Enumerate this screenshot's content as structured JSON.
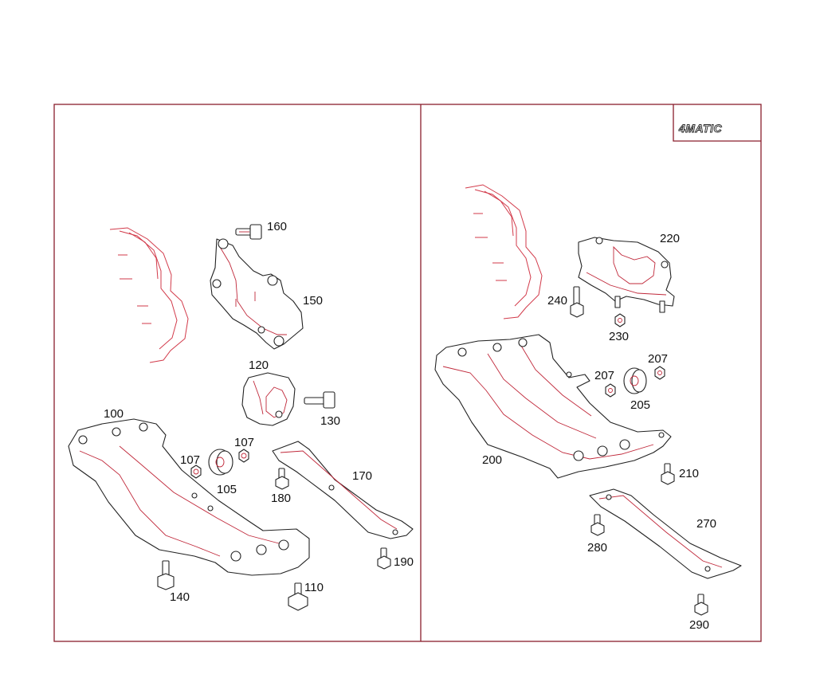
{
  "badge": {
    "text": "4MATIC",
    "color": "#8a1e2c"
  },
  "colors": {
    "frame": "#8a1e2c",
    "outline": "#222222",
    "highlight": "#c0283a"
  },
  "left_panel": {
    "callouts": [
      {
        "id": "c160",
        "label": "160"
      },
      {
        "id": "c150",
        "label": "150"
      },
      {
        "id": "c120",
        "label": "120"
      },
      {
        "id": "c130",
        "label": "130"
      },
      {
        "id": "c100",
        "label": "100"
      },
      {
        "id": "c107a",
        "label": "107"
      },
      {
        "id": "c107b",
        "label": "107"
      },
      {
        "id": "c105",
        "label": "105"
      },
      {
        "id": "c180",
        "label": "180"
      },
      {
        "id": "c170",
        "label": "170"
      },
      {
        "id": "c190",
        "label": "190"
      },
      {
        "id": "c140",
        "label": "140"
      },
      {
        "id": "c110",
        "label": "110"
      }
    ]
  },
  "right_panel": {
    "callouts": [
      {
        "id": "c220",
        "label": "220"
      },
      {
        "id": "c240",
        "label": "240"
      },
      {
        "id": "c230",
        "label": "230"
      },
      {
        "id": "c207a",
        "label": "207"
      },
      {
        "id": "c207b",
        "label": "207"
      },
      {
        "id": "c205",
        "label": "205"
      },
      {
        "id": "c200",
        "label": "200"
      },
      {
        "id": "c210",
        "label": "210"
      },
      {
        "id": "c270",
        "label": "270"
      },
      {
        "id": "c280",
        "label": "280"
      },
      {
        "id": "c290",
        "label": "290"
      }
    ]
  }
}
